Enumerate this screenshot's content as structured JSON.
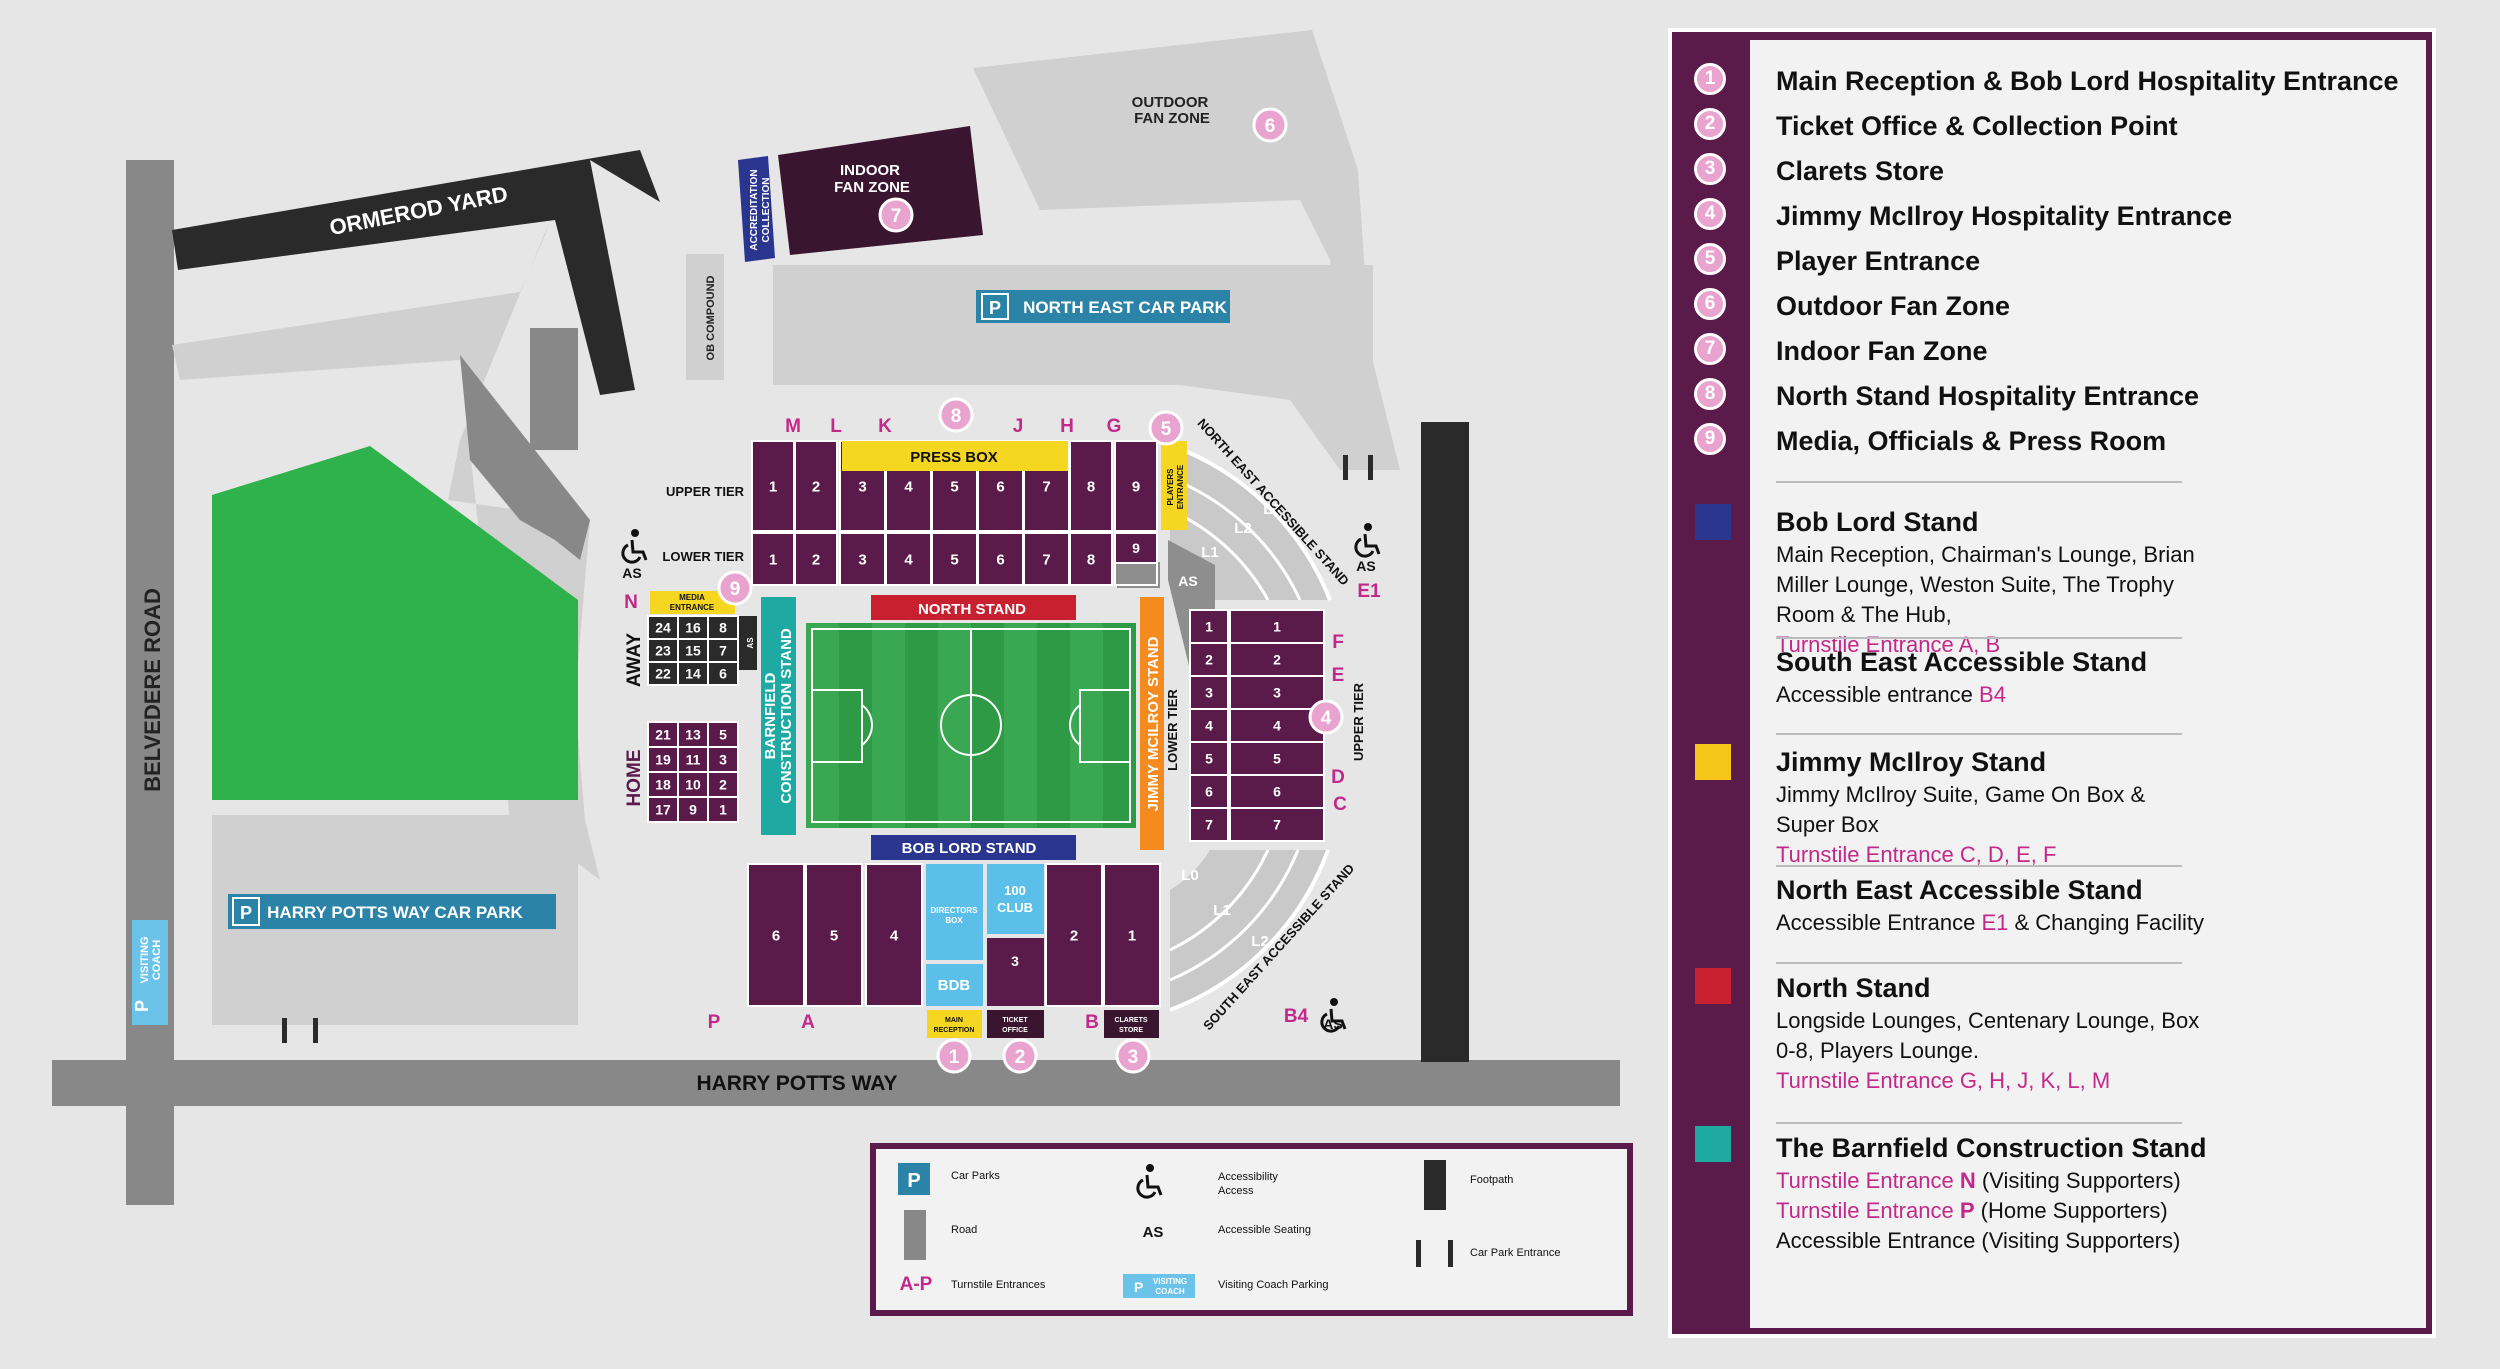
{
  "roads": {
    "belvedere": "BELVEDERE ROAD",
    "ormerod": "ORMEROD YARD",
    "harry_potts": "HARRY POTTS WAY"
  },
  "areas": {
    "ob_compound": "OB COMPOUND",
    "accreditation": [
      "ACCREDITATION",
      "COLLECTION"
    ],
    "indoor": [
      "INDOOR",
      "FAN ZONE"
    ],
    "outdoor": [
      "OUTDOOR",
      "FAN ZONE"
    ],
    "ne_car_park": "NORTH EAST CAR PARK",
    "hp_car_park": "HARRY POTTS WAY CAR PARK",
    "visiting_coach": [
      "VISITING",
      "COACH"
    ],
    "p": "P"
  },
  "stands": {
    "north": "NORTH STAND",
    "bob_lord": "BOB LORD STAND",
    "barnfield": [
      "BARNFIELD",
      "CONSTRUCTION STAND"
    ],
    "mcilroy": "JIMMY MCILROY STAND",
    "ne_accessible": "NORTH EAST ACCESSIBLE STAND",
    "se_accessible": "SOUTH EAST ACCESSIBLE STAND",
    "press_box": "PRESS BOX",
    "players_entrance": [
      "PLAYERS",
      "ENTRANCE"
    ],
    "media_entrance": [
      "MEDIA",
      "ENTRANCE"
    ],
    "upper_tier": "UPPER TIER",
    "lower_tier": "LOWER TIER",
    "away": "AWAY",
    "home": "HOME",
    "as": "AS",
    "directors_box": [
      "DIRECTORS",
      "BOX"
    ],
    "club_100": [
      "100",
      "CLUB"
    ],
    "bdb": "BDB",
    "main_reception": [
      "MAIN",
      "RECEPTION"
    ],
    "ticket_office": [
      "TICKET",
      "OFFICE"
    ],
    "clarets_store": [
      "CLARETS",
      "STORE"
    ],
    "l_labels": [
      "L3",
      "L2",
      "L1",
      "L0",
      "L1",
      "L2"
    ]
  },
  "blocks": {
    "north_upper": [
      "1",
      "2",
      "3",
      "4",
      "5",
      "6",
      "7",
      "8",
      "9"
    ],
    "north_lower": [
      "1",
      "2",
      "3",
      "4",
      "5",
      "6",
      "7",
      "8"
    ],
    "north_lower_9": "9",
    "away": [
      "24",
      "16",
      "8",
      "23",
      "15",
      "7",
      "22",
      "14",
      "6"
    ],
    "home": [
      "21",
      "13",
      "5",
      "19",
      "11",
      "3",
      "18",
      "10",
      "2",
      "17",
      "9",
      "1"
    ],
    "mcilroy_lower": [
      "1",
      "2",
      "3",
      "4",
      "5",
      "6",
      "7"
    ],
    "mcilroy_upper": [
      "1",
      "2",
      "3",
      "4",
      "5",
      "6",
      "7"
    ],
    "bob_lord": [
      "6",
      "5",
      "4",
      "3",
      "2",
      "1"
    ]
  },
  "turnstiles": [
    "M",
    "L",
    "K",
    "J",
    "H",
    "G",
    "N",
    "F",
    "E",
    "D",
    "C",
    "P",
    "A",
    "B",
    "B4",
    "E1"
  ],
  "pins": [
    "1",
    "2",
    "3",
    "4",
    "5",
    "6",
    "7",
    "8",
    "9"
  ],
  "key": {
    "car_parks": "Car Parks",
    "accessibility": [
      "Accessibility",
      "Access"
    ],
    "footpath": "Footpath",
    "road": "Road",
    "as": "AS",
    "accessible_seating": "Accessible Seating",
    "car_park_entrance": "Car Park Entrance",
    "ap": "A-P",
    "turnstile_entrances": "Turnstile Entrances",
    "visiting_coach_parking": "Visiting Coach Parking",
    "p": "P",
    "vc": [
      "VISITING",
      "COACH"
    ]
  },
  "legend": {
    "items": [
      "Main Reception & Bob Lord Hospitality Entrance",
      "Ticket Office & Collection Point",
      "Clarets Store",
      "Jimmy McIlroy Hospitality Entrance",
      "Player Entrance",
      "Outdoor Fan Zone",
      "Indoor Fan Zone",
      "North Stand Hospitality Entrance",
      "Media, Officials & Press Room"
    ],
    "bob_lord": {
      "title": "Bob Lord Stand",
      "desc": "Main Reception, Chairman's Lounge, Brian Miller Lounge, Weston Suite, The Trophy Room & The Hub,",
      "turnstile": "Turnstile Entrance A, B"
    },
    "south_east": {
      "title": "South East Accessible Stand",
      "desc": "Accessible entrance",
      "code": "B4"
    },
    "mcilroy": {
      "title": "Jimmy McIlroy Stand",
      "desc": "Jimmy McIlroy Suite, Game On Box & Super Box",
      "turnstile": "Turnstile Entrance C, D, E, F"
    },
    "north_east": {
      "title": "North East Accessible Stand",
      "desc_pre": "Accessible Entrance",
      "code": "E1",
      "desc_post": "& Changing Facility"
    },
    "north": {
      "title": "North Stand",
      "desc": "Longside Lounges, Centenary Lounge, Box 0-8, Players Lounge.",
      "turnstile": "Turnstile Entrance G, H, J, K, L, M"
    },
    "barnfield": {
      "title": "The Barnfield Construction Stand",
      "line1_pre": "Turnstile Entrance",
      "line1_code": "N",
      "line1_post": "(Visiting Supporters)",
      "line2_pre": "Turnstile Entrance",
      "line2_code": "P",
      "line2_post": "(Home Supporters)",
      "line3": "Accessible Entrance  (Visiting Supporters)"
    }
  },
  "colors": {
    "claret": "#5a1a4a",
    "pink": "#c2298b",
    "pin": "#e9a3cf",
    "bob_lord": "#2a3590",
    "mcilroy": "#f5c518",
    "north": "#c8202e",
    "barnfield": "#1fa9a3",
    "road": "#888888",
    "grass": "#2fb14b",
    "pitch": "#2f9a45",
    "car_park": "#2c83a8",
    "light_blue": "#6bc3ea",
    "dark": "#2a2a2a"
  }
}
